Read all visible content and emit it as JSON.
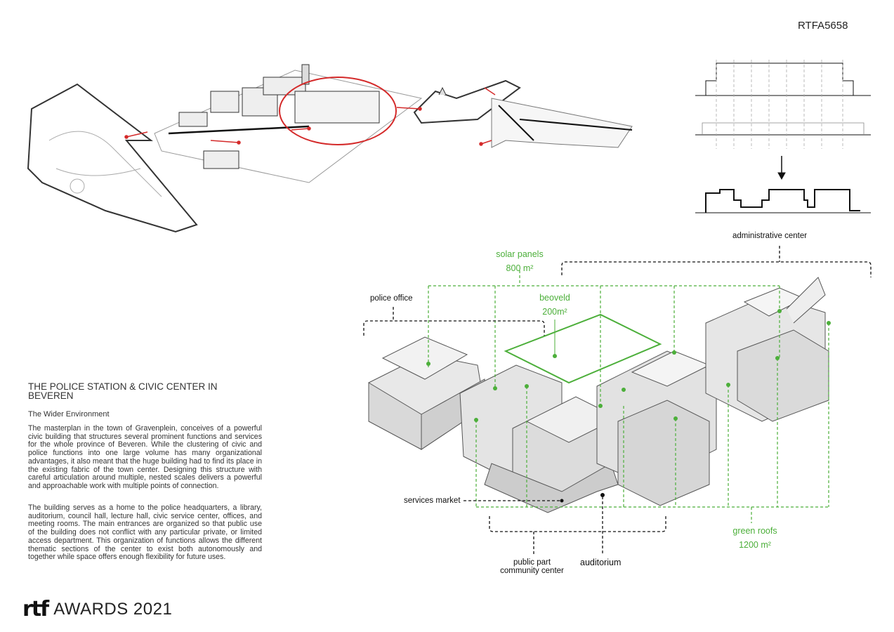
{
  "board_code": "RTFA5658",
  "text": {
    "title": "THE POLICE STATION & CIVIC CENTER IN BEVEREN",
    "subtitle": "The Wider Environment",
    "paragraph_1": "The masterplan in the town of Gravenplein, conceives of a powerful civic building that structures several prominent functions and services for the whole province of Beveren. While the clustering of civic and police functions into one large volume has many organizational advantages, it also meant that the huge building had to find its place in the existing fabric of the town center. Designing this structure with careful articulation around multiple, nested scales delivers a powerful and approachable work with multiple points of connection.",
    "paragraph_2": "The building serves as a home to the police headquarters, a library, auditorium, council hall, lecture hall, civic service center, offices, and meeting rooms. The main entrances are organized so that public use of the building does not conflict with any particular private, or limited access department. This organization of functions allows the different thematic sections of the center to exist both autonomously and together while space offers enough flexibility for future uses."
  },
  "logo": {
    "mark": "rtf",
    "text": "AWARDS 2021"
  },
  "diagram_labels": {
    "administrative_center": "administrative center",
    "solar_panels": "solar panels",
    "solar_panels_area": "800 m²",
    "beoveld": "beoveld",
    "beoveld_area": "200m²",
    "police_office": "police office",
    "services_market": "services market",
    "public_part": "public part",
    "community_center": "community center",
    "auditorium": "auditorium",
    "green_roofs": "green roofs",
    "green_roofs_area": "1200 m²"
  },
  "colors": {
    "accent_green": "#4caf3a",
    "highlight_red": "#d42a2a"
  }
}
